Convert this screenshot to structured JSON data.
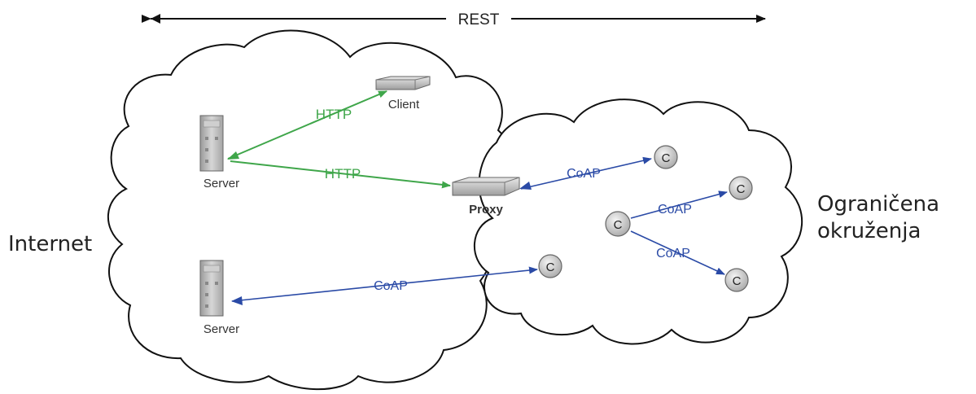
{
  "top_axis": {
    "label": "REST"
  },
  "regions": {
    "internet": "Internet",
    "constrained_line1": "Ograničena",
    "constrained_line2": "okruženja"
  },
  "nodes": {
    "client": "Client",
    "server_top": "Server",
    "server_bottom": "Server",
    "proxy": "Proxy",
    "constrained_node": "C"
  },
  "links": {
    "http_client": "HTTP",
    "http_proxy": "HTTP",
    "coap_proxy": "CoAP",
    "coap_right_upper": "CoAP",
    "coap_right_lower": "CoAP",
    "coap_server": "CoAP"
  },
  "colors": {
    "http": "#3fa64a",
    "coap": "#2a4aa6"
  }
}
